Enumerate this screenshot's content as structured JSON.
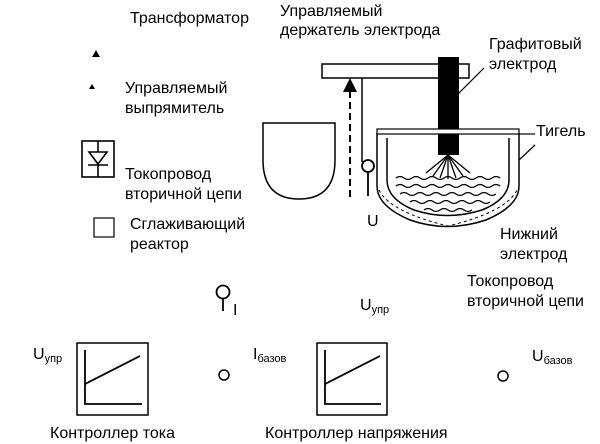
{
  "labels": {
    "transformer": "Трансформатор",
    "rectifier_1": "Управляемый",
    "rectifier_2": "выпрямитель",
    "busbar_left_1": "Токопровод",
    "busbar_left_2": "вторичной цепи",
    "reactor_1": "Сглаживающий",
    "reactor_2": "реактор",
    "holder_1": "Управляемый",
    "holder_2": "держатель электрода",
    "graphite_1": "Графитовый",
    "graphite_2": "электрод",
    "crucible": "Тигель",
    "bottom_electrode_1": "Нижний",
    "bottom_electrode_2": "электрод",
    "busbar_right_1": "Токопровод",
    "busbar_right_2": "вторичной цепи",
    "voltage_U": "U",
    "current_I": "I",
    "u_ctrl_top_main": "U",
    "u_ctrl_top_sub": "упр",
    "u_ctrl_left_main": "U",
    "u_ctrl_left_sub": "упр",
    "i_base_main": "I",
    "i_base_sub": "базов",
    "u_base_main": "U",
    "u_base_sub": "базов",
    "current_controller": "Контроллер тока",
    "voltage_controller": "Контроллер напряжения"
  },
  "colors": {
    "stroke": "#000000",
    "background": "#ffffff"
  },
  "icons": {
    "rectifier": "diode-symbol-icon",
    "current_sensor": "current-sensor-icon",
    "voltage_sensor": "voltage-sensor-icon"
  }
}
